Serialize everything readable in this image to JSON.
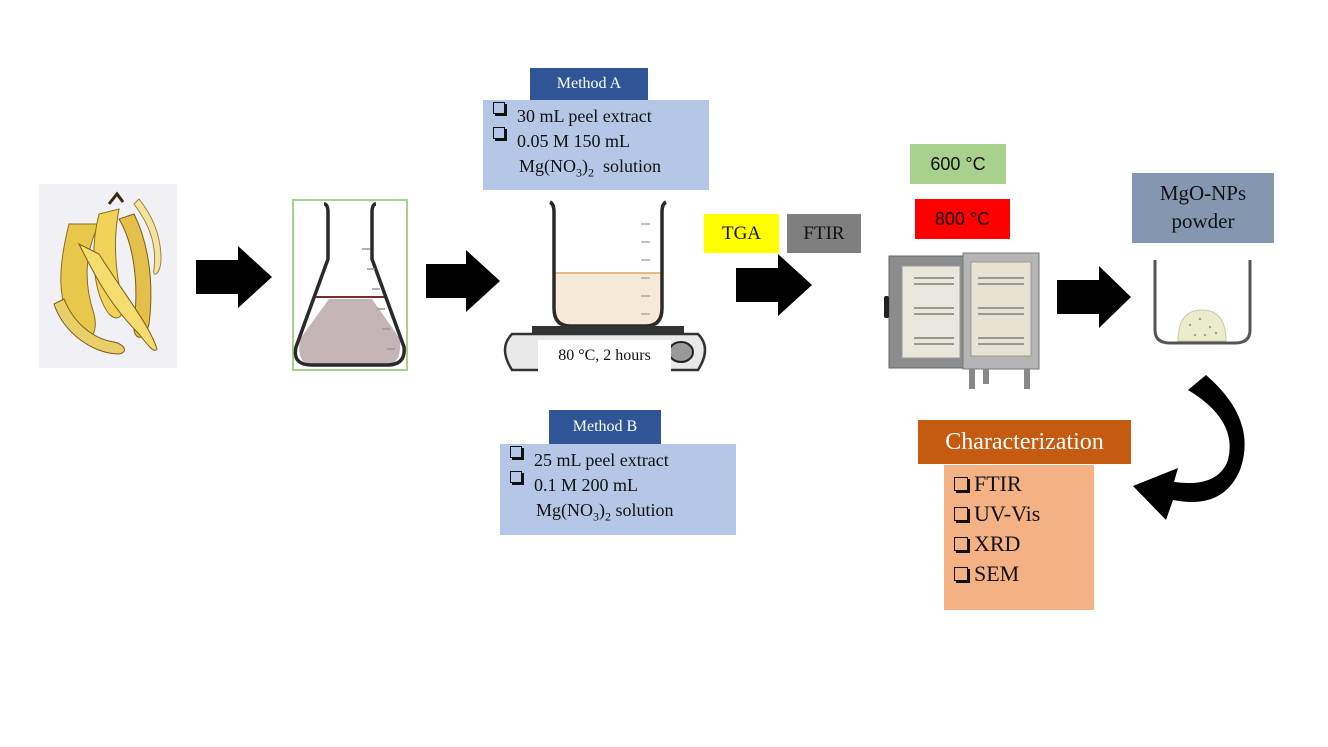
{
  "diagram": {
    "title": "Green synthesis of MgO nanoparticles from banana peel",
    "steps": [
      {
        "id": "banana-peel",
        "kind": "image",
        "icon": "banana-peel-photo"
      },
      {
        "id": "flask",
        "kind": "image",
        "icon": "erlenmeyer-flask-icon"
      },
      {
        "id": "heating",
        "kind": "image",
        "icon": "beaker-on-hotplate-icon",
        "caption": "80 °C, 2 hours"
      },
      {
        "id": "furnace",
        "kind": "image",
        "icon": "muffle-furnace-icon"
      },
      {
        "id": "product",
        "kind": "image",
        "icon": "crucible-powder-icon"
      }
    ],
    "method_a": {
      "title": "Method A",
      "items": [
        "30 mL peel extract",
        "0.05 M 150 mL"
      ],
      "continuation_prefix": "Mg(NO",
      "sub_3": "3",
      "close": ")",
      "sub_2": "2",
      "continuation_suffix": "  solution"
    },
    "method_b": {
      "title": "Method B",
      "items": [
        "25 mL peel extract",
        "0.1 M 200 mL"
      ],
      "continuation_prefix": "Mg(NO",
      "sub_3": "3",
      "close": ")",
      "sub_2": "2",
      "continuation_suffix": " solution"
    },
    "analysis_tags": [
      {
        "label": "TGA",
        "color": "#ffff00"
      },
      {
        "label": "FTIR",
        "color": "#7f7f7f"
      }
    ],
    "temperatures": [
      {
        "label": "600 °C",
        "color": "#a9d18e"
      },
      {
        "label": "800 °C",
        "color": "#ff0000"
      }
    ],
    "product_label": {
      "line1": "MgO-NPs",
      "line2": "powder",
      "color": "#8497b0"
    },
    "characterization": {
      "title": "Characterization",
      "title_color": "#c55a11",
      "box_color": "#f4b183",
      "items": [
        "FTIR",
        "UV-Vis",
        "XRD",
        "SEM"
      ]
    },
    "colors": {
      "method_header": "#2f5597",
      "method_box": "#b4c7e7",
      "arrow": "#000000",
      "flask_liquid": "#c3b5b5",
      "beaker_liquid": "#f6e9d6"
    }
  }
}
